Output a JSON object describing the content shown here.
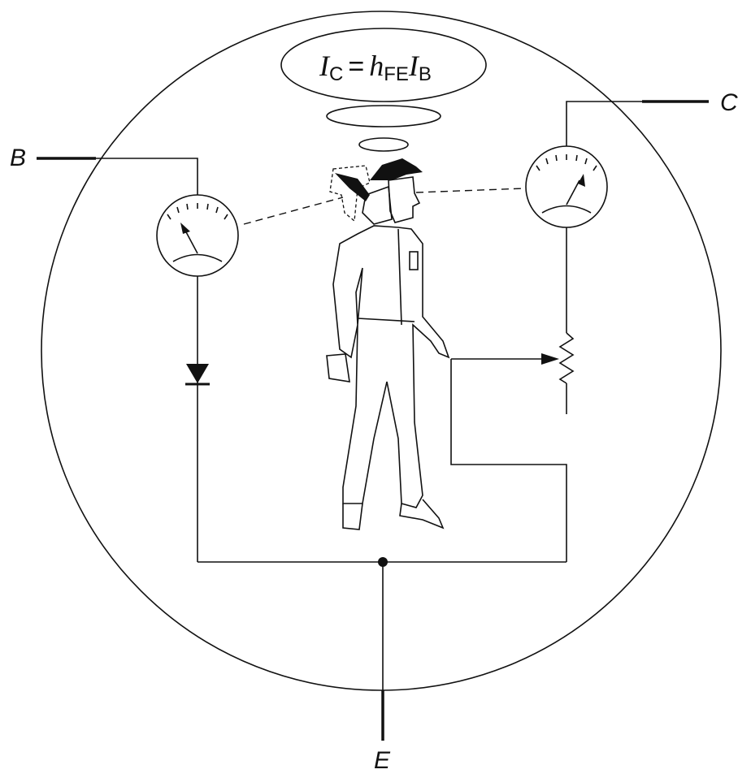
{
  "terminals": {
    "base": "B",
    "collector": "C",
    "emitter": "E"
  },
  "equation": {
    "lhs": "I",
    "lhs_sub": "C",
    "equals": "=",
    "h": "h",
    "h_sub": "FE",
    "rhs": "I",
    "rhs_sub": "B"
  }
}
